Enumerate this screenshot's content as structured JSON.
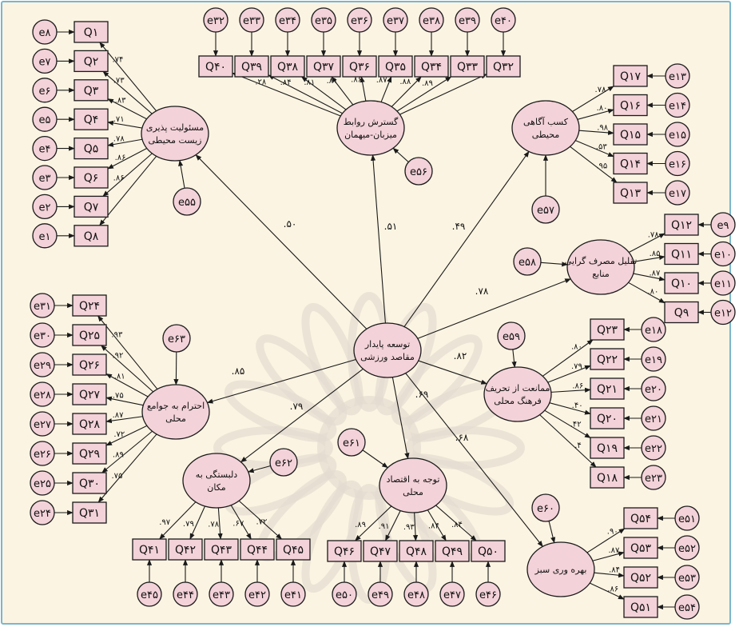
{
  "colors": {
    "panel": "#fbf4e2",
    "frame": "#7ab6cf",
    "fill": "#f3d2d9",
    "stroke": "#1a1a1a",
    "watermark": "#e4dbd0",
    "text": "#111111"
  },
  "central": {
    "id": "main",
    "label": [
      "توسعه پایدار",
      "مقاصد ورزشی"
    ]
  },
  "factors": [
    {
      "id": "f1",
      "label": [
        "مسئولیت پذیری",
        "زیست محیطی"
      ],
      "loading": ".۵۰",
      "error": {
        "id": "e55",
        "label": "e۵۵"
      },
      "items": [
        {
          "id": "Q1",
          "label": "Q۱",
          "error": "e۸",
          "loading": ".۷۴"
        },
        {
          "id": "Q2",
          "label": "Q۲",
          "error": "e۷",
          "loading": ".۷۳"
        },
        {
          "id": "Q3",
          "label": "Q۳",
          "error": "e۶",
          "loading": ".۸۳"
        },
        {
          "id": "Q4",
          "label": "Q۴",
          "error": "e۵",
          "loading": ".۷۱"
        },
        {
          "id": "Q5",
          "label": "Q۵",
          "error": "e۴",
          "loading": ".۷۸"
        },
        {
          "id": "Q6",
          "label": "Q۶",
          "error": "e۳",
          "loading": ".۸۶"
        },
        {
          "id": "Q7",
          "label": "Q۷",
          "error": "e۲",
          "loading": ".۸۶"
        },
        {
          "id": "Q8",
          "label": "Q۸",
          "error": "e۱",
          "loading": ""
        }
      ]
    },
    {
      "id": "f2",
      "label": [
        "گسترش روابط",
        "میزبان-میهمان"
      ],
      "loading": ".۵۱",
      "error": {
        "id": "e56",
        "label": "e۵۶"
      },
      "items": [
        {
          "id": "Q40",
          "label": "Q۴۰",
          "error": "e۳۲",
          "loading": ".۲۸"
        },
        {
          "id": "Q39",
          "label": "Q۳۹",
          "error": "e۳۳",
          "loading": ".۸۴"
        },
        {
          "id": "Q38",
          "label": "Q۳۸",
          "error": "e۳۴",
          "loading": ".۸۱"
        },
        {
          "id": "Q37",
          "label": "Q۳۷",
          "error": "e۳۵",
          "loading": ".۸۱"
        },
        {
          "id": "Q36",
          "label": "Q۳۶",
          "error": "e۳۶",
          "loading": ".۸۶"
        },
        {
          "id": "Q35",
          "label": "Q۳۵",
          "error": "e۳۷",
          "loading": ".۸۷"
        },
        {
          "id": "Q34",
          "label": "Q۳۴",
          "error": "e۳۸",
          "loading": ".۸۸"
        },
        {
          "id": "Q33",
          "label": "Q۳۳",
          "error": "e۳۹",
          "loading": ".۸۹"
        },
        {
          "id": "Q32",
          "label": "Q۳۲",
          "error": "e۴۰",
          "loading": ""
        }
      ]
    },
    {
      "id": "f3",
      "label": [
        "کسب آگاهی",
        "محیطی"
      ],
      "loading": ".۴۹",
      "error": {
        "id": "e57",
        "label": "e۵۷"
      },
      "items": [
        {
          "id": "Q17",
          "label": "Q۱۷",
          "error": "e۱۳",
          "loading": ".۷۸"
        },
        {
          "id": "Q16",
          "label": "Q۱۶",
          "error": "e۱۴",
          "loading": ".۸۰"
        },
        {
          "id": "Q15",
          "label": "Q۱۵",
          "error": "e۱۵",
          "loading": ".۹۸"
        },
        {
          "id": "Q14",
          "label": "Q۱۴",
          "error": "e۱۶",
          "loading": ".۵۳"
        },
        {
          "id": "Q13",
          "label": "Q۱۳",
          "error": "e۱۷",
          "loading": ".۹۵"
        }
      ]
    },
    {
      "id": "f4",
      "label": [
        "تقلیل مصرف گرایی",
        "منابع"
      ],
      "loading": ".۷۸",
      "error": {
        "id": "e58",
        "label": "e۵۸"
      },
      "items": [
        {
          "id": "Q12",
          "label": "Q۱۲",
          "error": "e۹",
          "loading": ".۷۸"
        },
        {
          "id": "Q11",
          "label": "Q۱۱",
          "error": "e۱۰",
          "loading": ".۸۵"
        },
        {
          "id": "Q10",
          "label": "Q۱۰",
          "error": "e۱۱",
          "loading": ".۸۷"
        },
        {
          "id": "Q9",
          "label": "Q۹",
          "error": "e۱۲",
          "loading": ".۸۰"
        }
      ]
    },
    {
      "id": "f5",
      "label": [
        "ممانعت از تحریف",
        "فرهنگ محلی"
      ],
      "loading": ".۸۲",
      "error": {
        "id": "e59",
        "label": "e۵۹"
      },
      "items": [
        {
          "id": "Q23",
          "label": "Q۲۳",
          "error": "e۱۸",
          "loading": ".۸۰"
        },
        {
          "id": "Q22",
          "label": "Q۲۲",
          "error": "e۱۹",
          "loading": ".۷۹"
        },
        {
          "id": "Q21",
          "label": "Q۲۱",
          "error": "e۲۰",
          "loading": ".۸۶"
        },
        {
          "id": "Q20",
          "label": "Q۲۰",
          "error": "e۲۱",
          "loading": ".۴۰"
        },
        {
          "id": "Q19",
          "label": "Q۱۹",
          "error": "e۲۲",
          "loading": ".۴۲"
        },
        {
          "id": "Q18",
          "label": "Q۱۸",
          "error": "e۲۳",
          "loading": ".۴"
        }
      ]
    },
    {
      "id": "f6",
      "label": [
        "بهره وری سبز"
      ],
      "loading": ".۶۸",
      "error": {
        "id": "e60",
        "label": "e۶۰"
      },
      "items": [
        {
          "id": "Q54",
          "label": "Q۵۴",
          "error": "e۵۱",
          "loading": ".۹۰"
        },
        {
          "id": "Q53",
          "label": "Q۵۳",
          "error": "e۵۲",
          "loading": ".۸۷"
        },
        {
          "id": "Q52",
          "label": "Q۵۲",
          "error": "e۵۳",
          "loading": ".۸۴"
        },
        {
          "id": "Q51",
          "label": "Q۵۱",
          "error": "e۵۴",
          "loading": ".۸۶"
        }
      ]
    },
    {
      "id": "f7",
      "label": [
        "توجه به اقتصاد",
        "محلی"
      ],
      "loading": ".۶۹",
      "error": {
        "id": "e61",
        "label": "e۶۱"
      },
      "items": [
        {
          "id": "Q46",
          "label": "Q۴۶",
          "error": "e۵۰",
          "loading": ".۸۹"
        },
        {
          "id": "Q47",
          "label": "Q۴۷",
          "error": "e۴۹",
          "loading": ".۹۱"
        },
        {
          "id": "Q48",
          "label": "Q۴۸",
          "error": "e۴۸",
          "loading": ".۹۳"
        },
        {
          "id": "Q49",
          "label": "Q۴۹",
          "error": "e۴۷",
          "loading": ".۸۴"
        },
        {
          "id": "Q50",
          "label": "Q۵۰",
          "error": "e۴۶",
          "loading": ".۸۴"
        }
      ]
    },
    {
      "id": "f8",
      "label": [
        "دلبستگی به",
        "مکان"
      ],
      "loading": ".۷۹",
      "error": {
        "id": "e62",
        "label": "e۶۲"
      },
      "items": [
        {
          "id": "Q41",
          "label": "Q۴۱",
          "error": "e۴۵",
          "loading": ".۹۷"
        },
        {
          "id": "Q42",
          "label": "Q۴۲",
          "error": "e۴۴",
          "loading": ".۷۹"
        },
        {
          "id": "Q43",
          "label": "Q۴۳",
          "error": "e۴۳",
          "loading": ".۷۸"
        },
        {
          "id": "Q44",
          "label": "Q۴۴",
          "error": "e۴۲",
          "loading": ".۶۷"
        },
        {
          "id": "Q45",
          "label": "Q۴۵",
          "error": "e۴۱",
          "loading": ".۷۲"
        }
      ]
    },
    {
      "id": "f9",
      "label": [
        "احترام به جوامع",
        "محلی"
      ],
      "loading": ".۸۵",
      "error": {
        "id": "e63",
        "label": "e۶۳"
      },
      "items": [
        {
          "id": "Q24",
          "label": "Q۲۴",
          "error": "e۳۱",
          "loading": ".۹۳"
        },
        {
          "id": "Q25",
          "label": "Q۲۵",
          "error": "e۳۰",
          "loading": ".۹۲"
        },
        {
          "id": "Q26",
          "label": "Q۲۶",
          "error": "e۲۹",
          "loading": ".۸۱"
        },
        {
          "id": "Q27",
          "label": "Q۲۷",
          "error": "e۲۸",
          "loading": ".۷۵"
        },
        {
          "id": "Q28",
          "label": "Q۲۸",
          "error": "e۲۷",
          "loading": ".۸۷"
        },
        {
          "id": "Q29",
          "label": "Q۲۹",
          "error": "e۲۶",
          "loading": ".۷۲"
        },
        {
          "id": "Q30",
          "label": "Q۳۰",
          "error": "e۲۵",
          "loading": ".۸۹"
        },
        {
          "id": "Q31",
          "label": "Q۳۱",
          "error": "e۲۴",
          "loading": ".۷۵"
        }
      ]
    }
  ]
}
